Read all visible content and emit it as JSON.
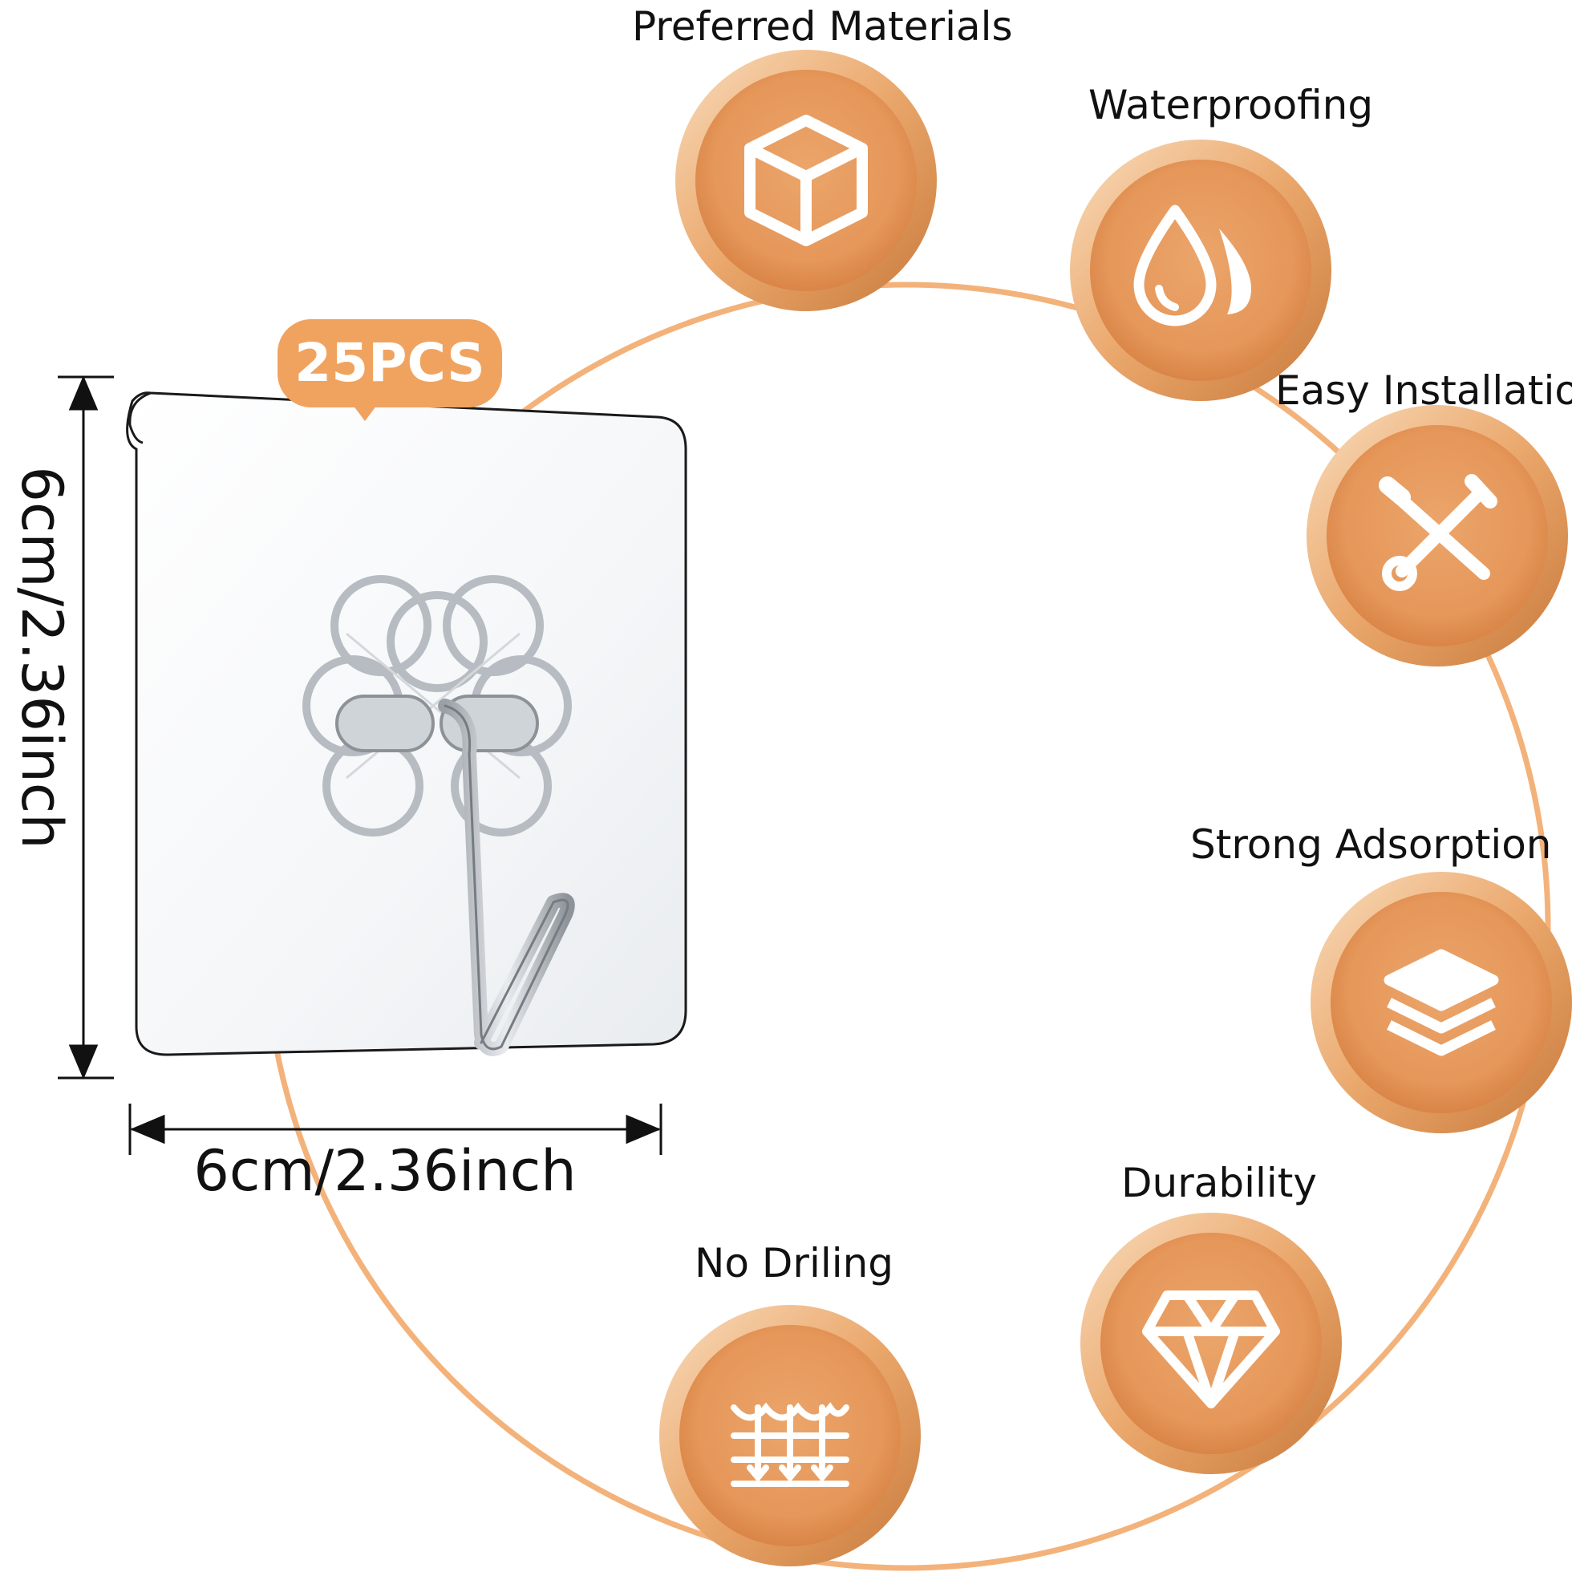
{
  "badge": {
    "text": "25PCS"
  },
  "dimensions": {
    "width_label": "6cm/2.36inch",
    "height_label": "6cm/2.36inch"
  },
  "features": [
    {
      "label": "Preferred Materials",
      "icon": "cube-icon"
    },
    {
      "label": "Waterproofing",
      "icon": "water-drop-icon"
    },
    {
      "label": "Easy Installation",
      "icon": "tools-icon"
    },
    {
      "label": "Strong Adsorption",
      "icon": "layers-icon"
    },
    {
      "label": "Durability",
      "icon": "diamond-icon"
    },
    {
      "label": "No Driling",
      "icon": "no-drilling-icon"
    }
  ],
  "colors": {
    "accent": "#f0a35f",
    "circle": "#e8995a",
    "ring": "#f4c79a"
  }
}
